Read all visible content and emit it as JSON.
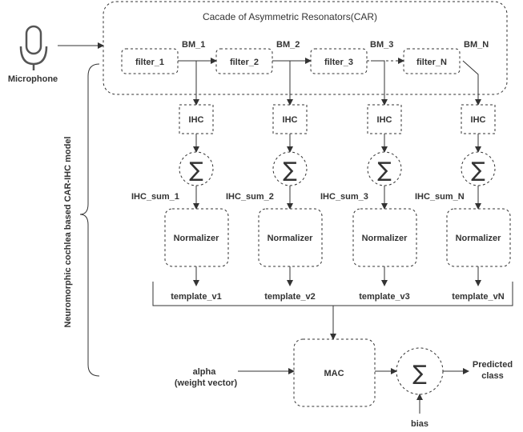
{
  "car_title": "Cacade of Asymmetric Resonators(CAR)",
  "microphone_label": "Microphone",
  "side_label": "Neuromorphic cochlea based CAR-IHC model",
  "sigma_symbol": "∑",
  "filters": [
    "filter_1",
    "filter_2",
    "filter_3",
    "filter_N"
  ],
  "bm_labels": [
    "BM_1",
    "BM_2",
    "BM_3",
    "BM_N"
  ],
  "ihc_label": "IHC",
  "ihc_sums": [
    "IHC_sum_1",
    "IHC_sum_2",
    "IHC_sum_3",
    "IHC_sum_N"
  ],
  "normalizer_label": "Normalizer",
  "templates": [
    "template_v1",
    "template_v2",
    "template_v3",
    "template_vN"
  ],
  "mac_label": "MAC",
  "alpha_label": [
    "alpha",
    "(weight vector)"
  ],
  "bias_label": "bias",
  "output_label": [
    "Predicted",
    "class"
  ]
}
